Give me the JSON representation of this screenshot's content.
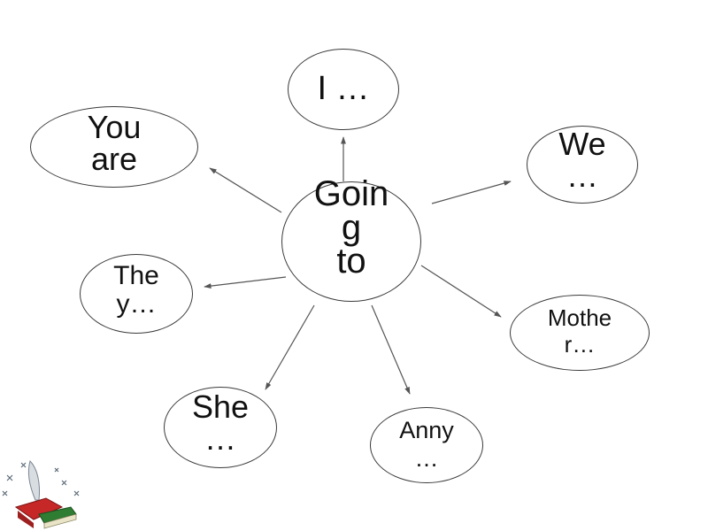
{
  "center": {
    "lines": [
      "Goin",
      "g",
      "to"
    ]
  },
  "nodes": {
    "i": {
      "lines": [
        "I …"
      ]
    },
    "you": {
      "lines": [
        "You",
        "are"
      ]
    },
    "we": {
      "lines": [
        "We",
        "…"
      ]
    },
    "they": {
      "lines": [
        "The",
        "y…"
      ]
    },
    "mother": {
      "lines": [
        "Mothe",
        "r…"
      ]
    },
    "she": {
      "lines": [
        "She",
        "…"
      ]
    },
    "anny": {
      "lines": [
        "Anny",
        "…"
      ]
    }
  },
  "colors": {
    "outline": "#3a3a3a",
    "arrow": "#555555",
    "text": "#111111"
  },
  "decoration": {
    "icon": "books-clipart-icon"
  }
}
